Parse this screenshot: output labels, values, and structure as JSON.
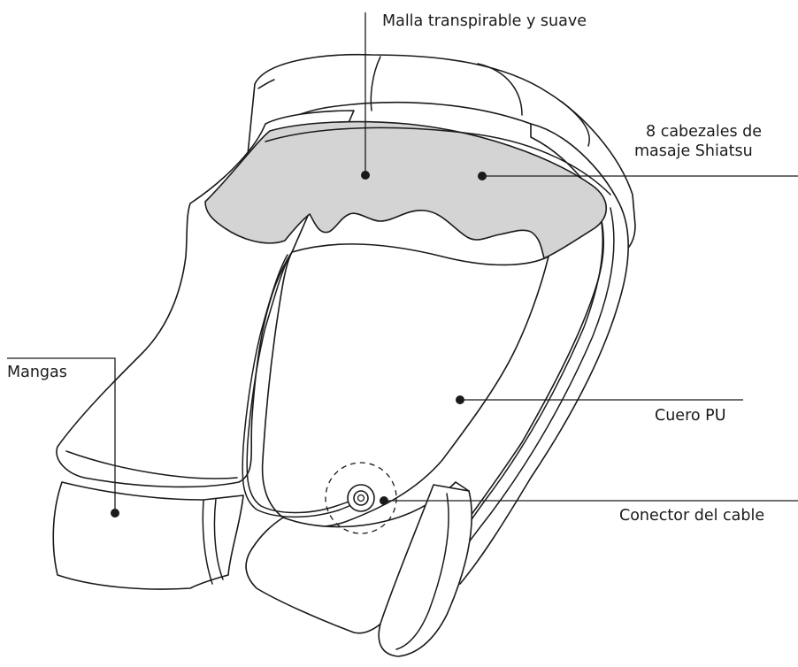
{
  "labels": {
    "mesh": "Malla transpirable y suave",
    "heads_line1": "8 cabezales de",
    "heads_line2": "masaje Shiatsu",
    "sleeves": "Mangas",
    "leather": "Cuero PU",
    "connector": "Conector del cable"
  },
  "colors": {
    "line": "#1a1a1a",
    "mesh_fill": "#d4d4d4",
    "background": "#ffffff"
  }
}
